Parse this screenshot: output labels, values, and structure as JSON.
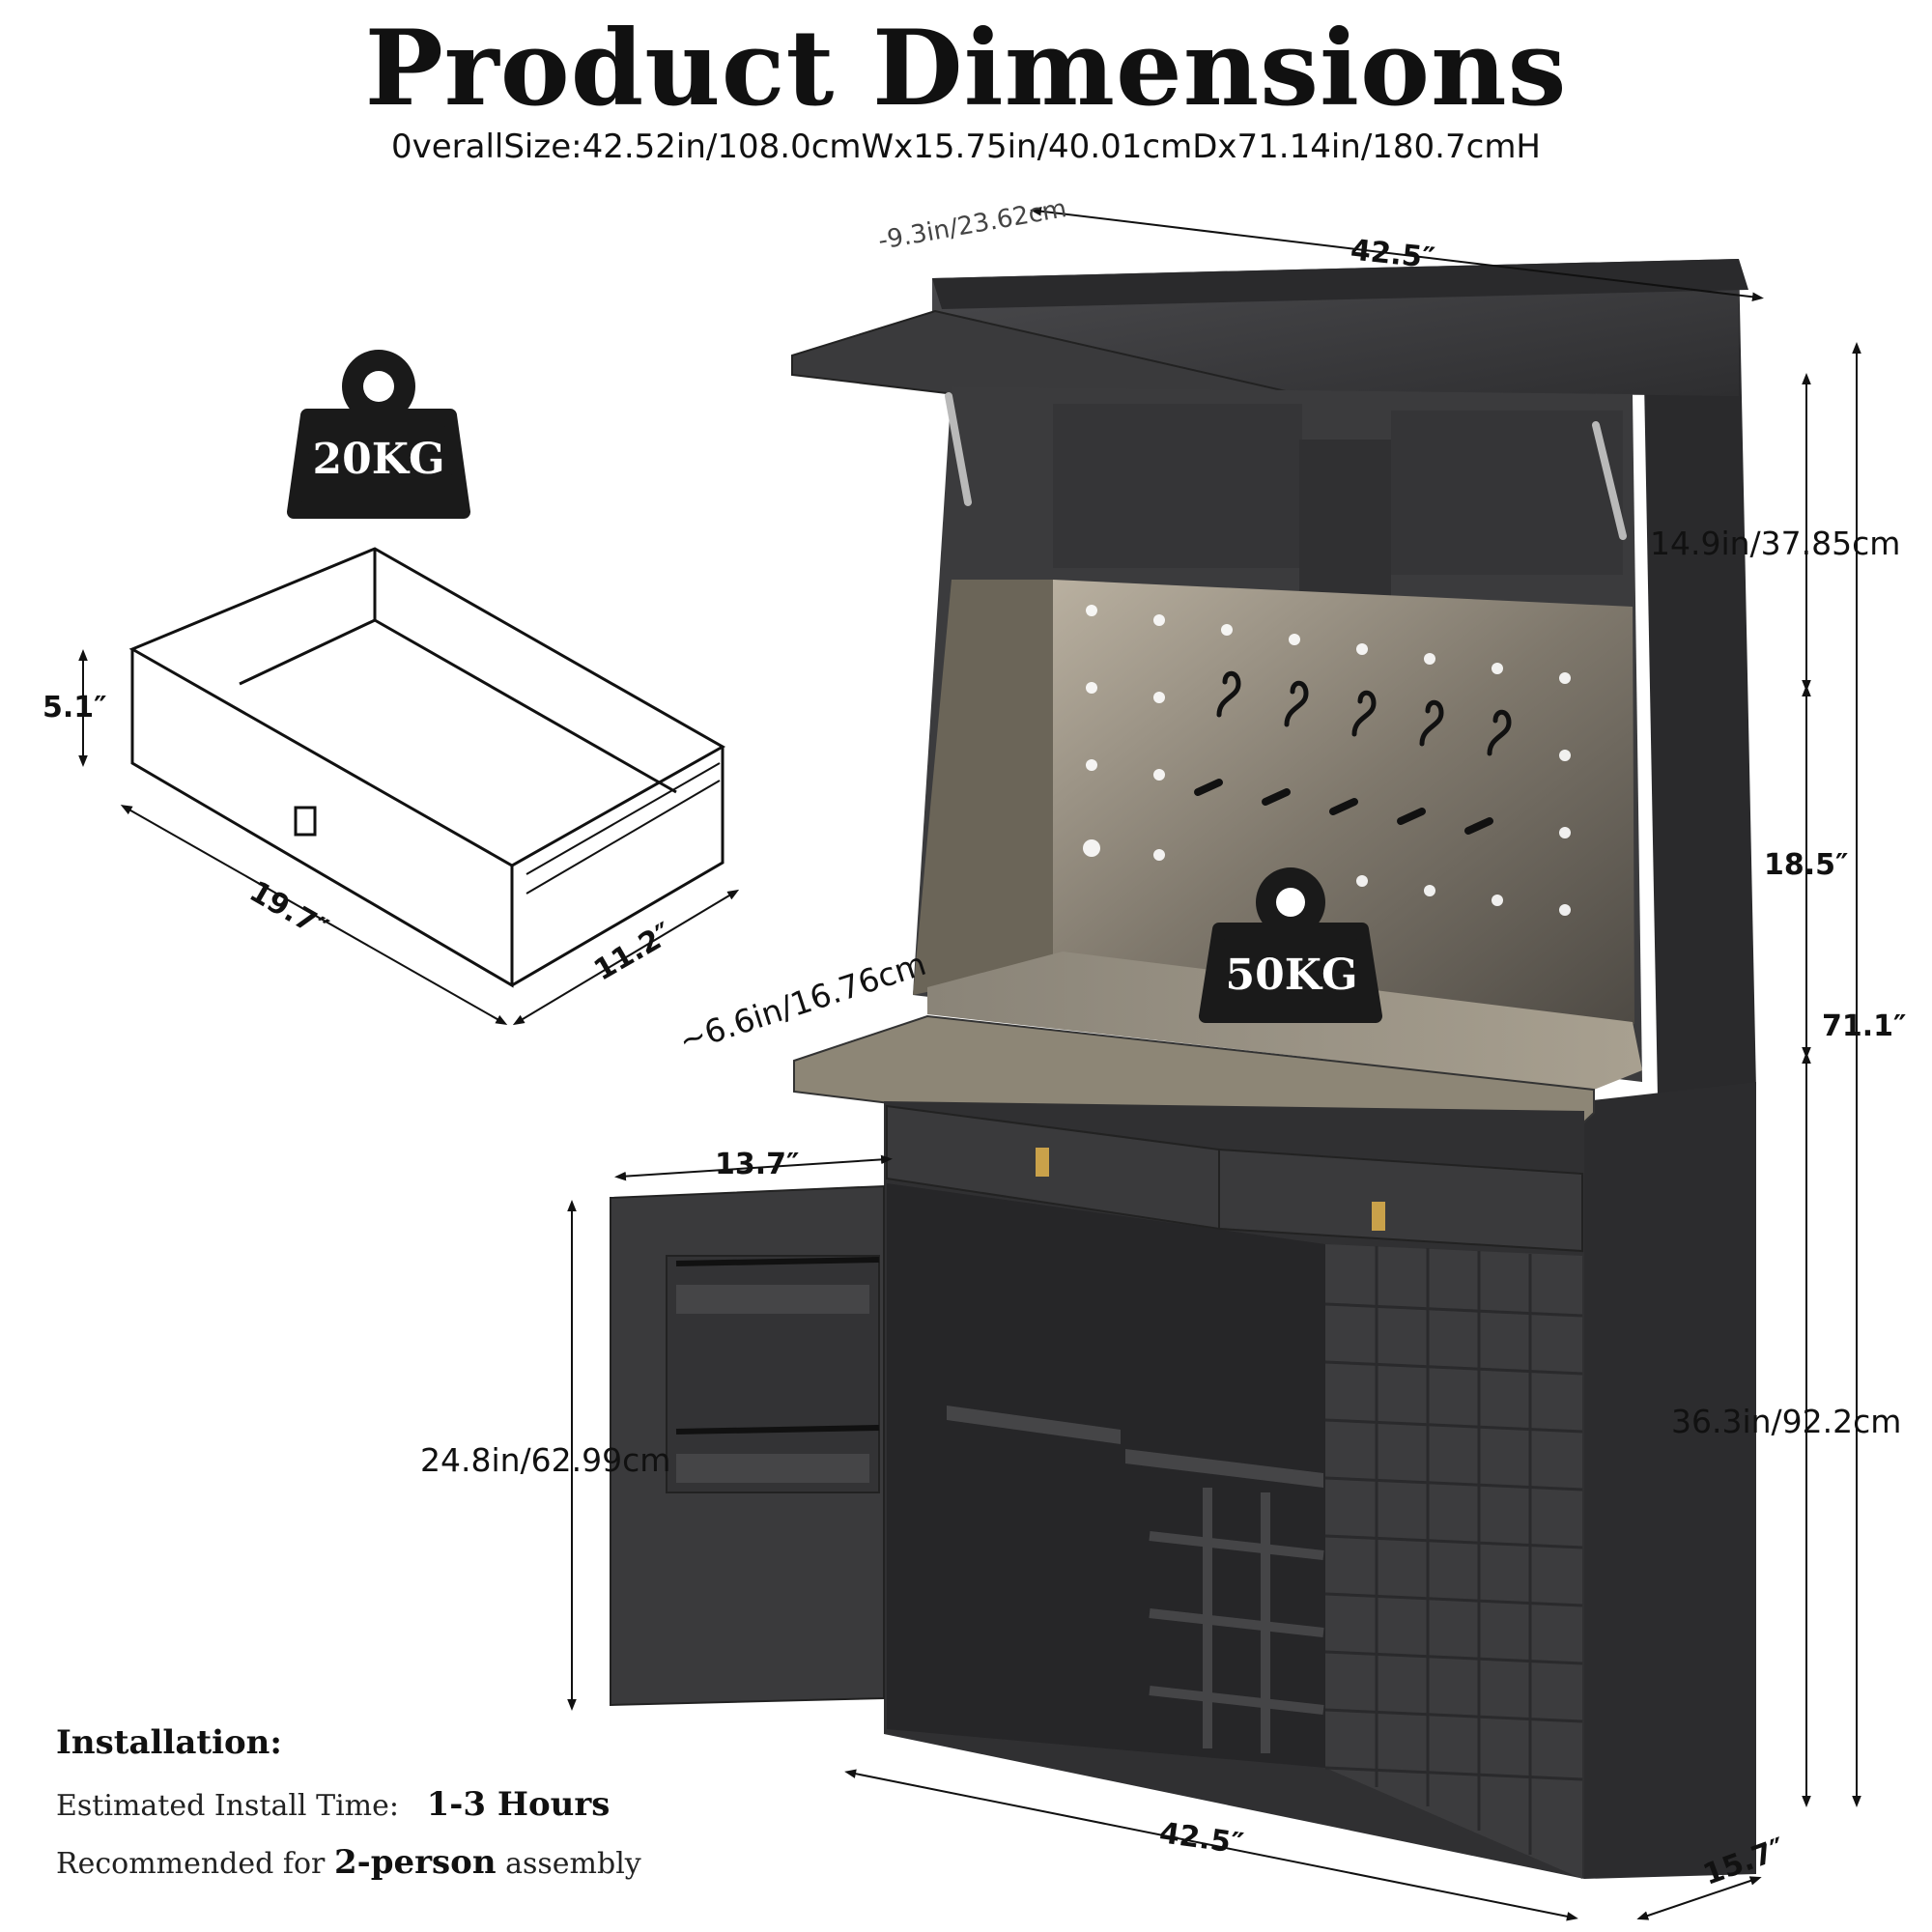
{
  "header": {
    "title": "Product Dimensions",
    "overall_size": "0verallSize:42.52in/108.0cmWx15.75in/40.01cmDx71.14in/180.7cmH"
  },
  "drawer_diagram": {
    "weight": "20KG",
    "height": "5.1″",
    "depth": "19.7″",
    "width": "11.2″"
  },
  "cabinet": {
    "top_overhang": "-9.3in/23.62cm",
    "top_width": "42.5″",
    "upper_compartment_height": "14.9in/37.85cm",
    "pegboard_height": "18.5″",
    "total_height": "71.1″",
    "shelf_weight": "50KG",
    "pullout_tray": "~6.6in/16.76cm",
    "door_width": "13.7″",
    "door_height": "24.8in/62.99cm",
    "base_height": "36.3in/92.2cm",
    "bottom_width": "42.5″",
    "depth": "15.7″"
  },
  "installation": {
    "heading": "Installation:",
    "time_label": "Estimated Install Time:",
    "time_value": "1-3 Hours",
    "recommend_prefix": "Recommended for",
    "recommend_value": "2-person",
    "recommend_suffix": "assembly"
  },
  "colors": {
    "wood_dark": "#3a3a3c",
    "wood_mid": "#4a4a4c",
    "wood_light": "#9a9284",
    "accent_gold": "#c9a14a"
  }
}
